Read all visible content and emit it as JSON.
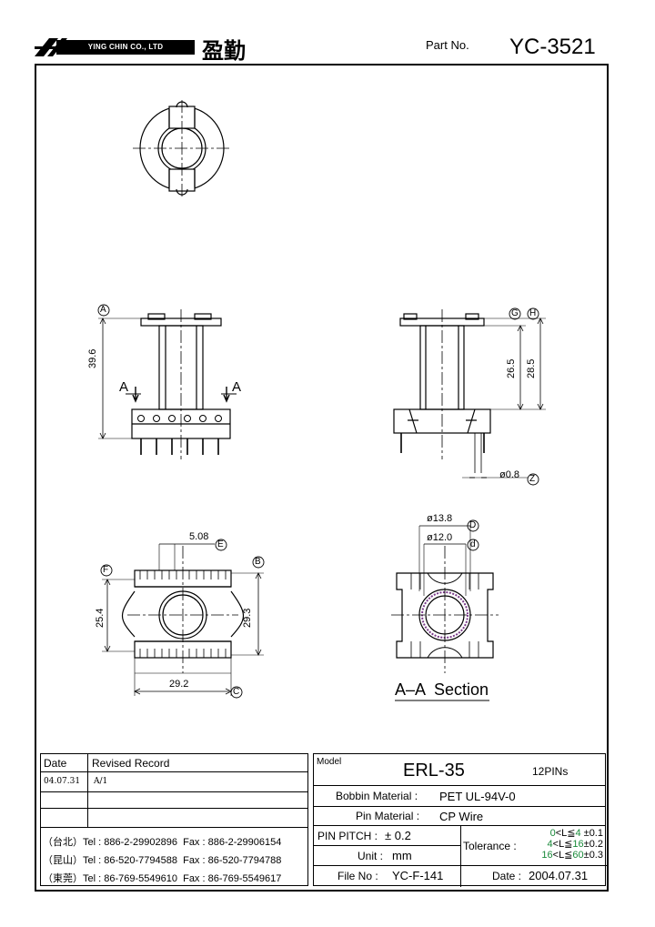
{
  "header": {
    "brand_en": "YING CHIN CO., LTD",
    "brand_cn": "盈勤",
    "part_no_label": "Part No.",
    "part_no": "YC-3521"
  },
  "drawing": {
    "dim_a_label": "A",
    "dim_h_label": "39.6",
    "section_arrow": "A",
    "dim_g": "26.5",
    "dim_h2": "28.5",
    "pin_dia": "ø0.8",
    "dim_e": "5.08",
    "dim_f": "25.4",
    "dim_b": "29.3",
    "dim_c": "29.2",
    "dim_d1": "ø13.8",
    "dim_d2": "ø12.0",
    "section_title": "A–A  Section",
    "circ_A": "A",
    "circ_G": "G",
    "circ_H": "H",
    "circ_Z": "Z",
    "circ_E": "E",
    "circ_F": "F",
    "circ_B": "B",
    "circ_C": "C",
    "circ_D": "D",
    "circ_d": "d"
  },
  "record": {
    "col_date": "Date",
    "col_record": "Revised  Record",
    "rows": [
      {
        "date": "04.07.31",
        "record": "A/1"
      },
      {
        "date": "",
        "record": ""
      },
      {
        "date": "",
        "record": ""
      }
    ],
    "contacts": [
      {
        "loc": "（台北）",
        "tel": "Tel : 886-2-29902896",
        "fax": "Fax : 886-2-29906154"
      },
      {
        "loc": "（昆山）",
        "tel": "Tel : 86-520-7794588",
        "fax": "Fax : 86-520-7794788"
      },
      {
        "loc": "（東莞）",
        "tel": "Tel : 86-769-5549610",
        "fax": "Fax : 86-769-5549617"
      }
    ]
  },
  "title_block": {
    "model_label": "Model",
    "model": "ERL-35",
    "pins": "12PINs",
    "bobbin_label": "Bobbin  Material :",
    "bobbin": "PET UL-94V-0",
    "pin_mat_label": "Pin  Material :",
    "pin_mat": "CP Wire",
    "pitch_label": "PIN  PITCH :",
    "pitch": "± 0.2",
    "unit_label": "Unit :",
    "unit": "mm",
    "file_label": "File  No :",
    "file": "YC-F-141",
    "tol_label": "Tolerance :",
    "tol_rows": [
      {
        "a": "0",
        "rel": "<L≦",
        "b": "4",
        "val": "±0.1"
      },
      {
        "a": "4",
        "rel": "<L≦",
        "b": "16",
        "val": "±0.2"
      },
      {
        "a": "16",
        "rel": "<L≦",
        "b": "60",
        "val": "±0.3"
      }
    ],
    "date_label": "Date :",
    "date": "2004.07.31"
  }
}
